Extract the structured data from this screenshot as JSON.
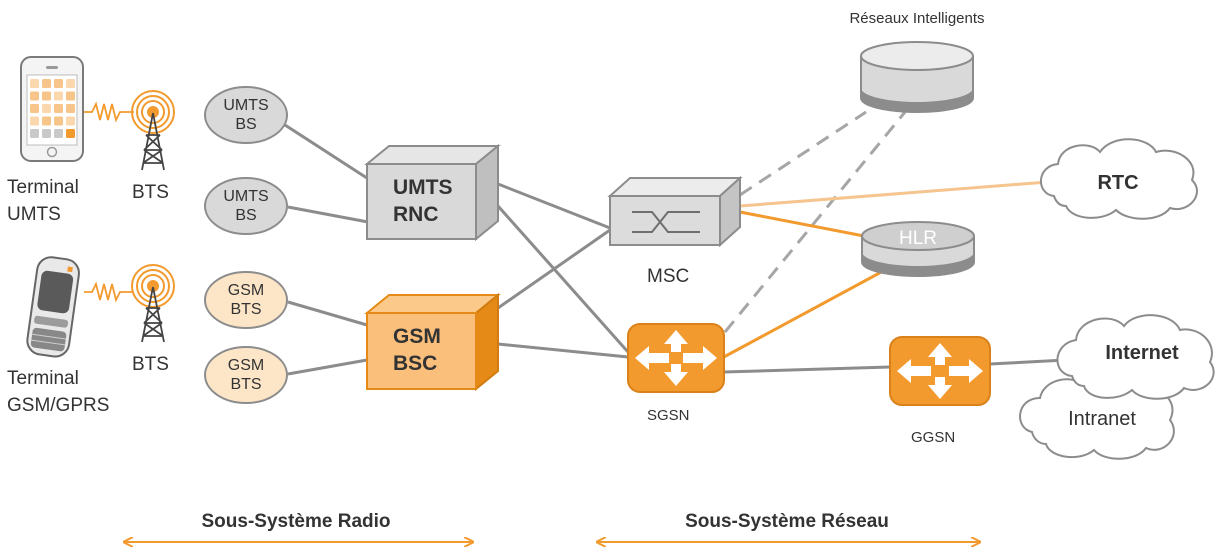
{
  "colors": {
    "orange": "#f39a2e",
    "orange_light": "#fde6c8",
    "gray_line": "#8c8c8c",
    "gray_fill": "#d9d9d9",
    "light_orange_line": "#f6c48e"
  },
  "terminals": {
    "umts_label_1": "Terminal",
    "umts_label_2": "UMTS",
    "gsm_label_1": "Terminal",
    "gsm_label_2": "GSM/GPRS"
  },
  "bts": {
    "top_label": "BTS",
    "bottom_label": "BTS"
  },
  "stations": {
    "umts_bs_1": [
      "UMTS",
      "BS"
    ],
    "umts_bs_2": [
      "UMTS",
      "BS"
    ],
    "gsm_bts_1": [
      "GSM",
      "BTS"
    ],
    "gsm_bts_2": [
      "GSM",
      "BTS"
    ]
  },
  "controllers": {
    "rnc": [
      "UMTS",
      "RNC"
    ],
    "bsc": [
      "GSM",
      "BSC"
    ]
  },
  "core": {
    "msc": "MSC",
    "sgsn": "SGSN",
    "ggsn": "GGSN",
    "hlr": "HLR",
    "intelligent_networks": "Réseaux Intelligents"
  },
  "clouds": {
    "rtc": "RTC",
    "internet": "Internet",
    "intranet": "Intranet"
  },
  "subsystems": {
    "radio": "Sous-Système Radio",
    "network": "Sous-Système Réseau"
  }
}
